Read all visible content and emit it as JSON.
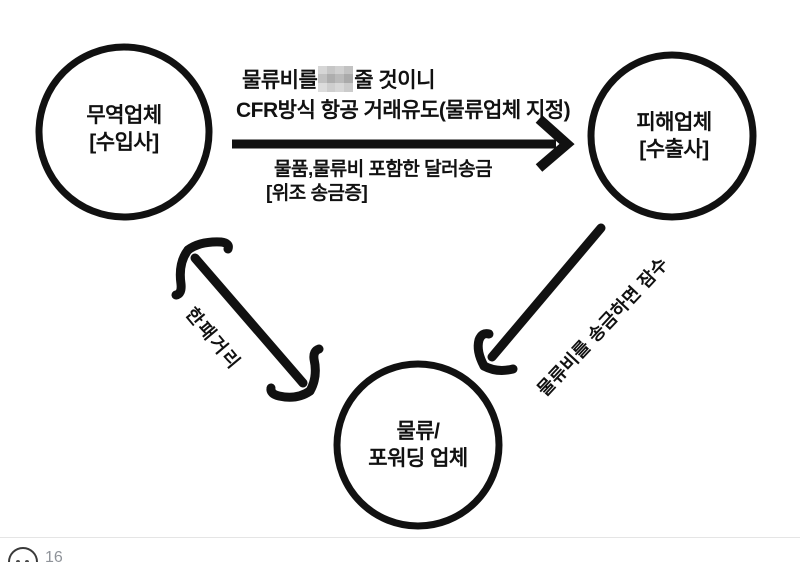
{
  "diagram": {
    "nodes": [
      {
        "id": "importer",
        "line1": "무역업체",
        "line2": "[수입사]"
      },
      {
        "id": "victim",
        "line1": "피해업체",
        "line2": "[수출사]"
      },
      {
        "id": "logistics",
        "line1": "물류/",
        "line2": "포워딩 업체"
      }
    ],
    "edge_top": {
      "above_line1_prefix": "물류비를",
      "above_line1_censored": "censored-pixelated-block",
      "above_line1_suffix": "줄 것이니",
      "above_line2": "CFR방식 항공 거래유도(물류업체 지정)",
      "below_line1": "물품,물류비 포함한 달러송금",
      "below_line2": "[위조 송금증]"
    },
    "edge_left": {
      "label": "한패거리"
    },
    "edge_right": {
      "label": "물류비를 송금하면 잠수"
    }
  },
  "footer": {
    "reaction_icon": "smiley-reaction-icon",
    "reaction_count": "16"
  },
  "colors": {
    "ink": "#111111",
    "censor_gray": "#c2c2c2",
    "divider": "#e5e5e5",
    "count_text": "#8f9399"
  }
}
